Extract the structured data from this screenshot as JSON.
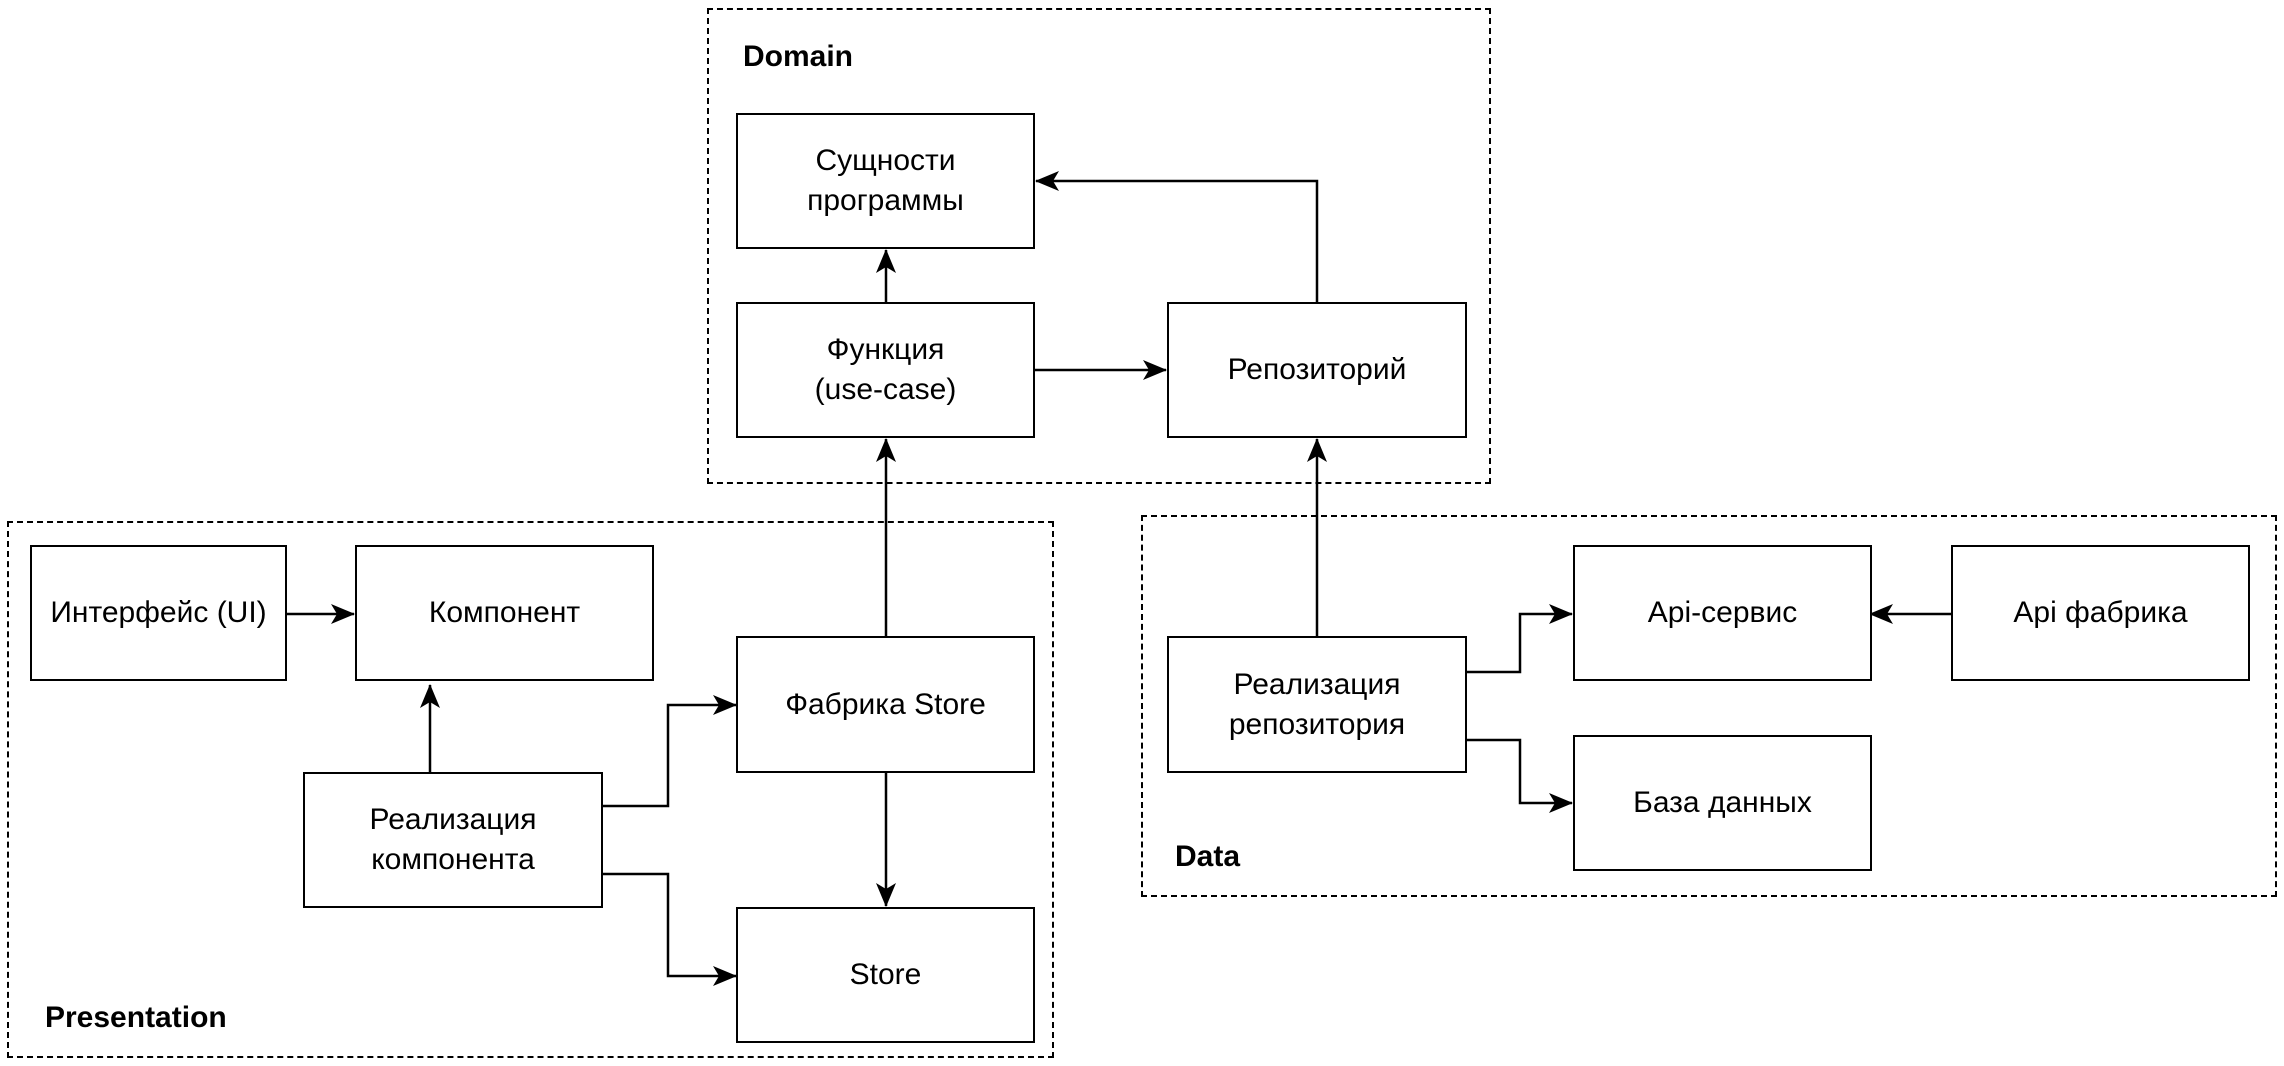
{
  "regions": {
    "domain": "Domain",
    "presentation": "Presentation",
    "data": "Data"
  },
  "nodes": {
    "entities": "Сущности\nпрограммы",
    "use_case": "Функция\n(use-case)",
    "repository": "Репозиторий",
    "ui": "Интерфейс (UI)",
    "component": "Компонент",
    "component_impl": "Реализация\nкомпонента",
    "store_factory": "Фабрика Store",
    "store": "Store",
    "repository_impl": "Реализация\nрепозитория",
    "api_service": "Api-сервис",
    "api_factory": "Api фабрика",
    "database": "База данных"
  },
  "edges": [
    {
      "from": "use_case",
      "to": "entities"
    },
    {
      "from": "use_case",
      "to": "repository"
    },
    {
      "from": "repository",
      "to": "entities"
    },
    {
      "from": "store_factory",
      "to": "use_case"
    },
    {
      "from": "repository_impl",
      "to": "repository"
    },
    {
      "from": "ui",
      "to": "component"
    },
    {
      "from": "component_impl",
      "to": "component"
    },
    {
      "from": "component_impl",
      "to": "store_factory"
    },
    {
      "from": "component_impl",
      "to": "store"
    },
    {
      "from": "store_factory",
      "to": "store"
    },
    {
      "from": "repository_impl",
      "to": "api_service"
    },
    {
      "from": "repository_impl",
      "to": "database"
    },
    {
      "from": "api_factory",
      "to": "api_service"
    }
  ]
}
